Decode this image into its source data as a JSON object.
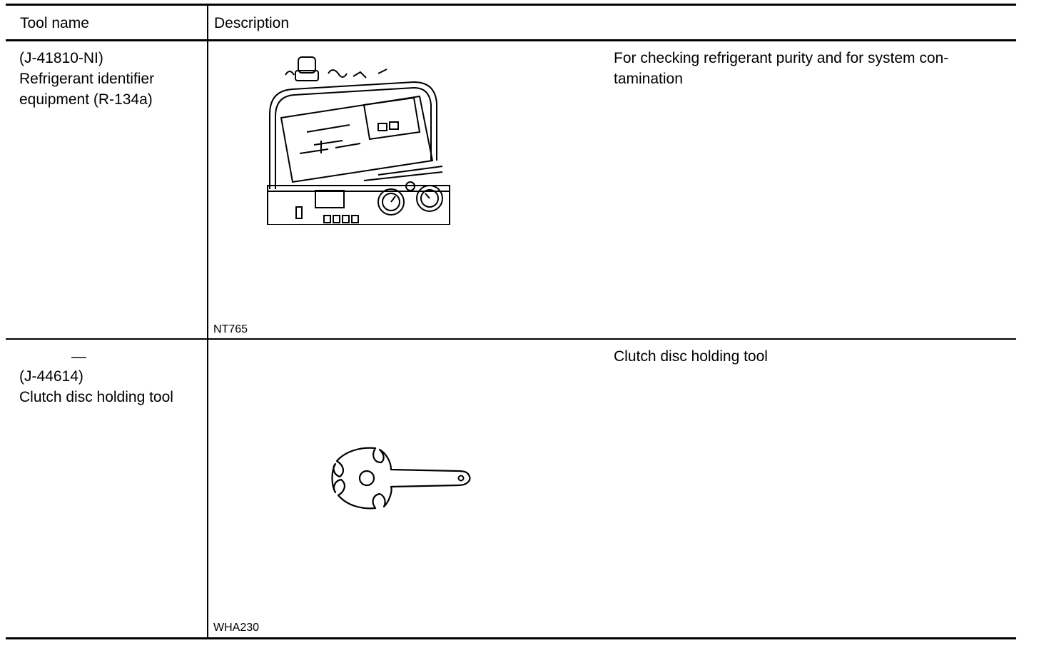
{
  "table": {
    "headers": {
      "tool_name": "Tool name",
      "description": "Description"
    },
    "rows": [
      {
        "tool_name_lines": [
          "(J-41810-NI)",
          "Refrigerant identifier",
          "equipment (R-134a)"
        ],
        "description_lines": [
          "For checking refrigerant purity and for system con-",
          "tamination"
        ],
        "figure_code": "NT765",
        "figure_icon": "refrigerant-identifier-equipment-illustration"
      },
      {
        "number_dash": "—",
        "tool_name_lines": [
          "(J-44614)",
          "Clutch disc holding tool"
        ],
        "description_lines": [
          "Clutch disc holding tool"
        ],
        "figure_code": "WHA230",
        "figure_icon": "clutch-disc-holding-tool-illustration"
      }
    ]
  }
}
